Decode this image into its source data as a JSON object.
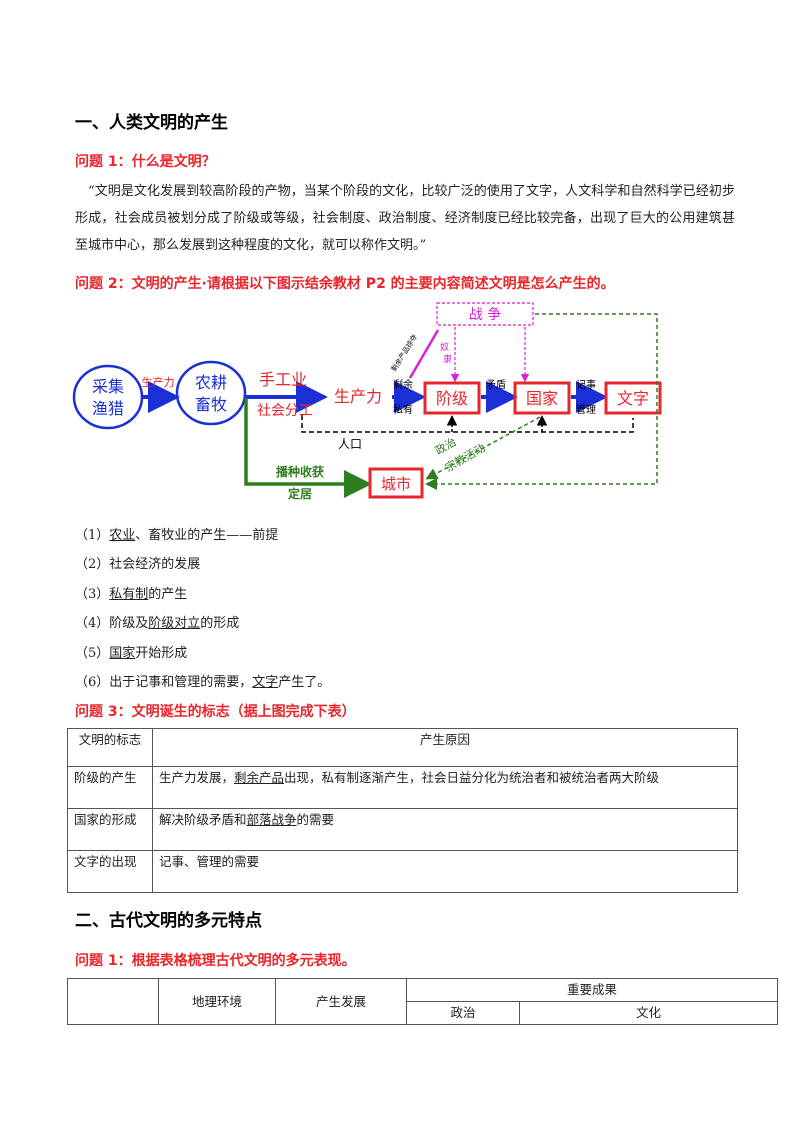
{
  "section1_title": "一、人类文明的产生",
  "q1_title": "问题 1：什么是文明？",
  "q1_quote": "“文明是文化发展到较高阶段的产物，当某个阶段的文化，比较广泛的使用了文字，人文科学和自然科学已经初步形成，社会成员被划分成了阶级或等级，社会制度、政治制度、经济制度已经比较完备，出现了巨大的公用建筑甚至城市中心，那么发展到这种程度的文化，就可以称作文明。”",
  "q2_title": "问题 2：文明的产生·请根据以下图示结余教材 P2 的主要内容简述文明是怎么产生的。",
  "diagram": {
    "caiji": "采集",
    "yulie": "渔猎",
    "shengchanli_small": "生产力",
    "nonggeng": "农耕",
    "xumu": "畜牧",
    "shougongye": "手工业",
    "shehuifengong": "社会分工",
    "shengchanli": "生产力",
    "shengyu": "剩余",
    "siyou": "私有",
    "jieji": "阶级",
    "maodun": "矛盾",
    "guojia": "国家",
    "jishi": "记事",
    "guanli": "管理",
    "wenzi": "文字",
    "zhanzheng": "战  争",
    "shengyu_chanpin": "剩余产品掠夺",
    "nuli": "奴隶",
    "renkou": "人口",
    "zhengzhi": "政治",
    "zongjiao": "宗教活动",
    "bozhong": "播种收获",
    "dingju": "定居",
    "chengshi": "城市"
  },
  "list": [
    {
      "pre": "（1）",
      "u": "农业",
      "post": "、畜牧业的产生——前提"
    },
    {
      "pre": "（2）社会经济的发展",
      "u": "",
      "post": ""
    },
    {
      "pre": "（3）",
      "u": "私有制",
      "post": "的产生"
    },
    {
      "pre": "（4）阶级及",
      "u": "阶级对立",
      "post": "的形成"
    },
    {
      "pre": "（5）",
      "u": "国家",
      "post": "开始形成"
    },
    {
      "pre": "（6）出于记事和管理的需要，",
      "u": "文字",
      "post": "产生了。"
    }
  ],
  "q3_title": "问题 3：文明诞生的标志（据上图完成下表）",
  "table1": {
    "h1": "文明的标志",
    "h2": "产生原因",
    "r1c1": "阶级的产生",
    "r1c2_a": "生产力发展，",
    "r1c2_u": "剩余产品",
    "r1c2_b": "出现，私有制逐渐产生，社会日益分化为统治者和被统治者两大阶级",
    "r2c1": "国家的形成",
    "r2c2_a": "解决阶级矛盾和",
    "r2c2_u": "部落战争",
    "r2c2_b": "的需要",
    "r3c1": "文字的出现",
    "r3c2": "记事、管理的需要"
  },
  "section2_title": "二、古代文明的多元特点",
  "s2q1_title": "问题 1：根据表格梳理古代文明的多元表现。",
  "table2": {
    "h_env": "地理环境",
    "h_dev": "产生发展",
    "h_ach": "重要成果",
    "h_pol": "政治",
    "h_cul": "文化"
  },
  "colors": {
    "red": "#e8262b",
    "blue": "#1a2fd6",
    "green": "#2e7d1e",
    "magenta": "#d822d8"
  }
}
